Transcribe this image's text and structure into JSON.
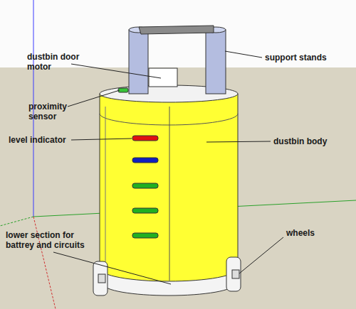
{
  "diagram": {
    "labels": [
      "dustbin door motor",
      "support stands",
      "proximity sensor",
      "level indicator",
      "dustbin body",
      "lower section for battrey and circuits",
      "wheels"
    ]
  }
}
